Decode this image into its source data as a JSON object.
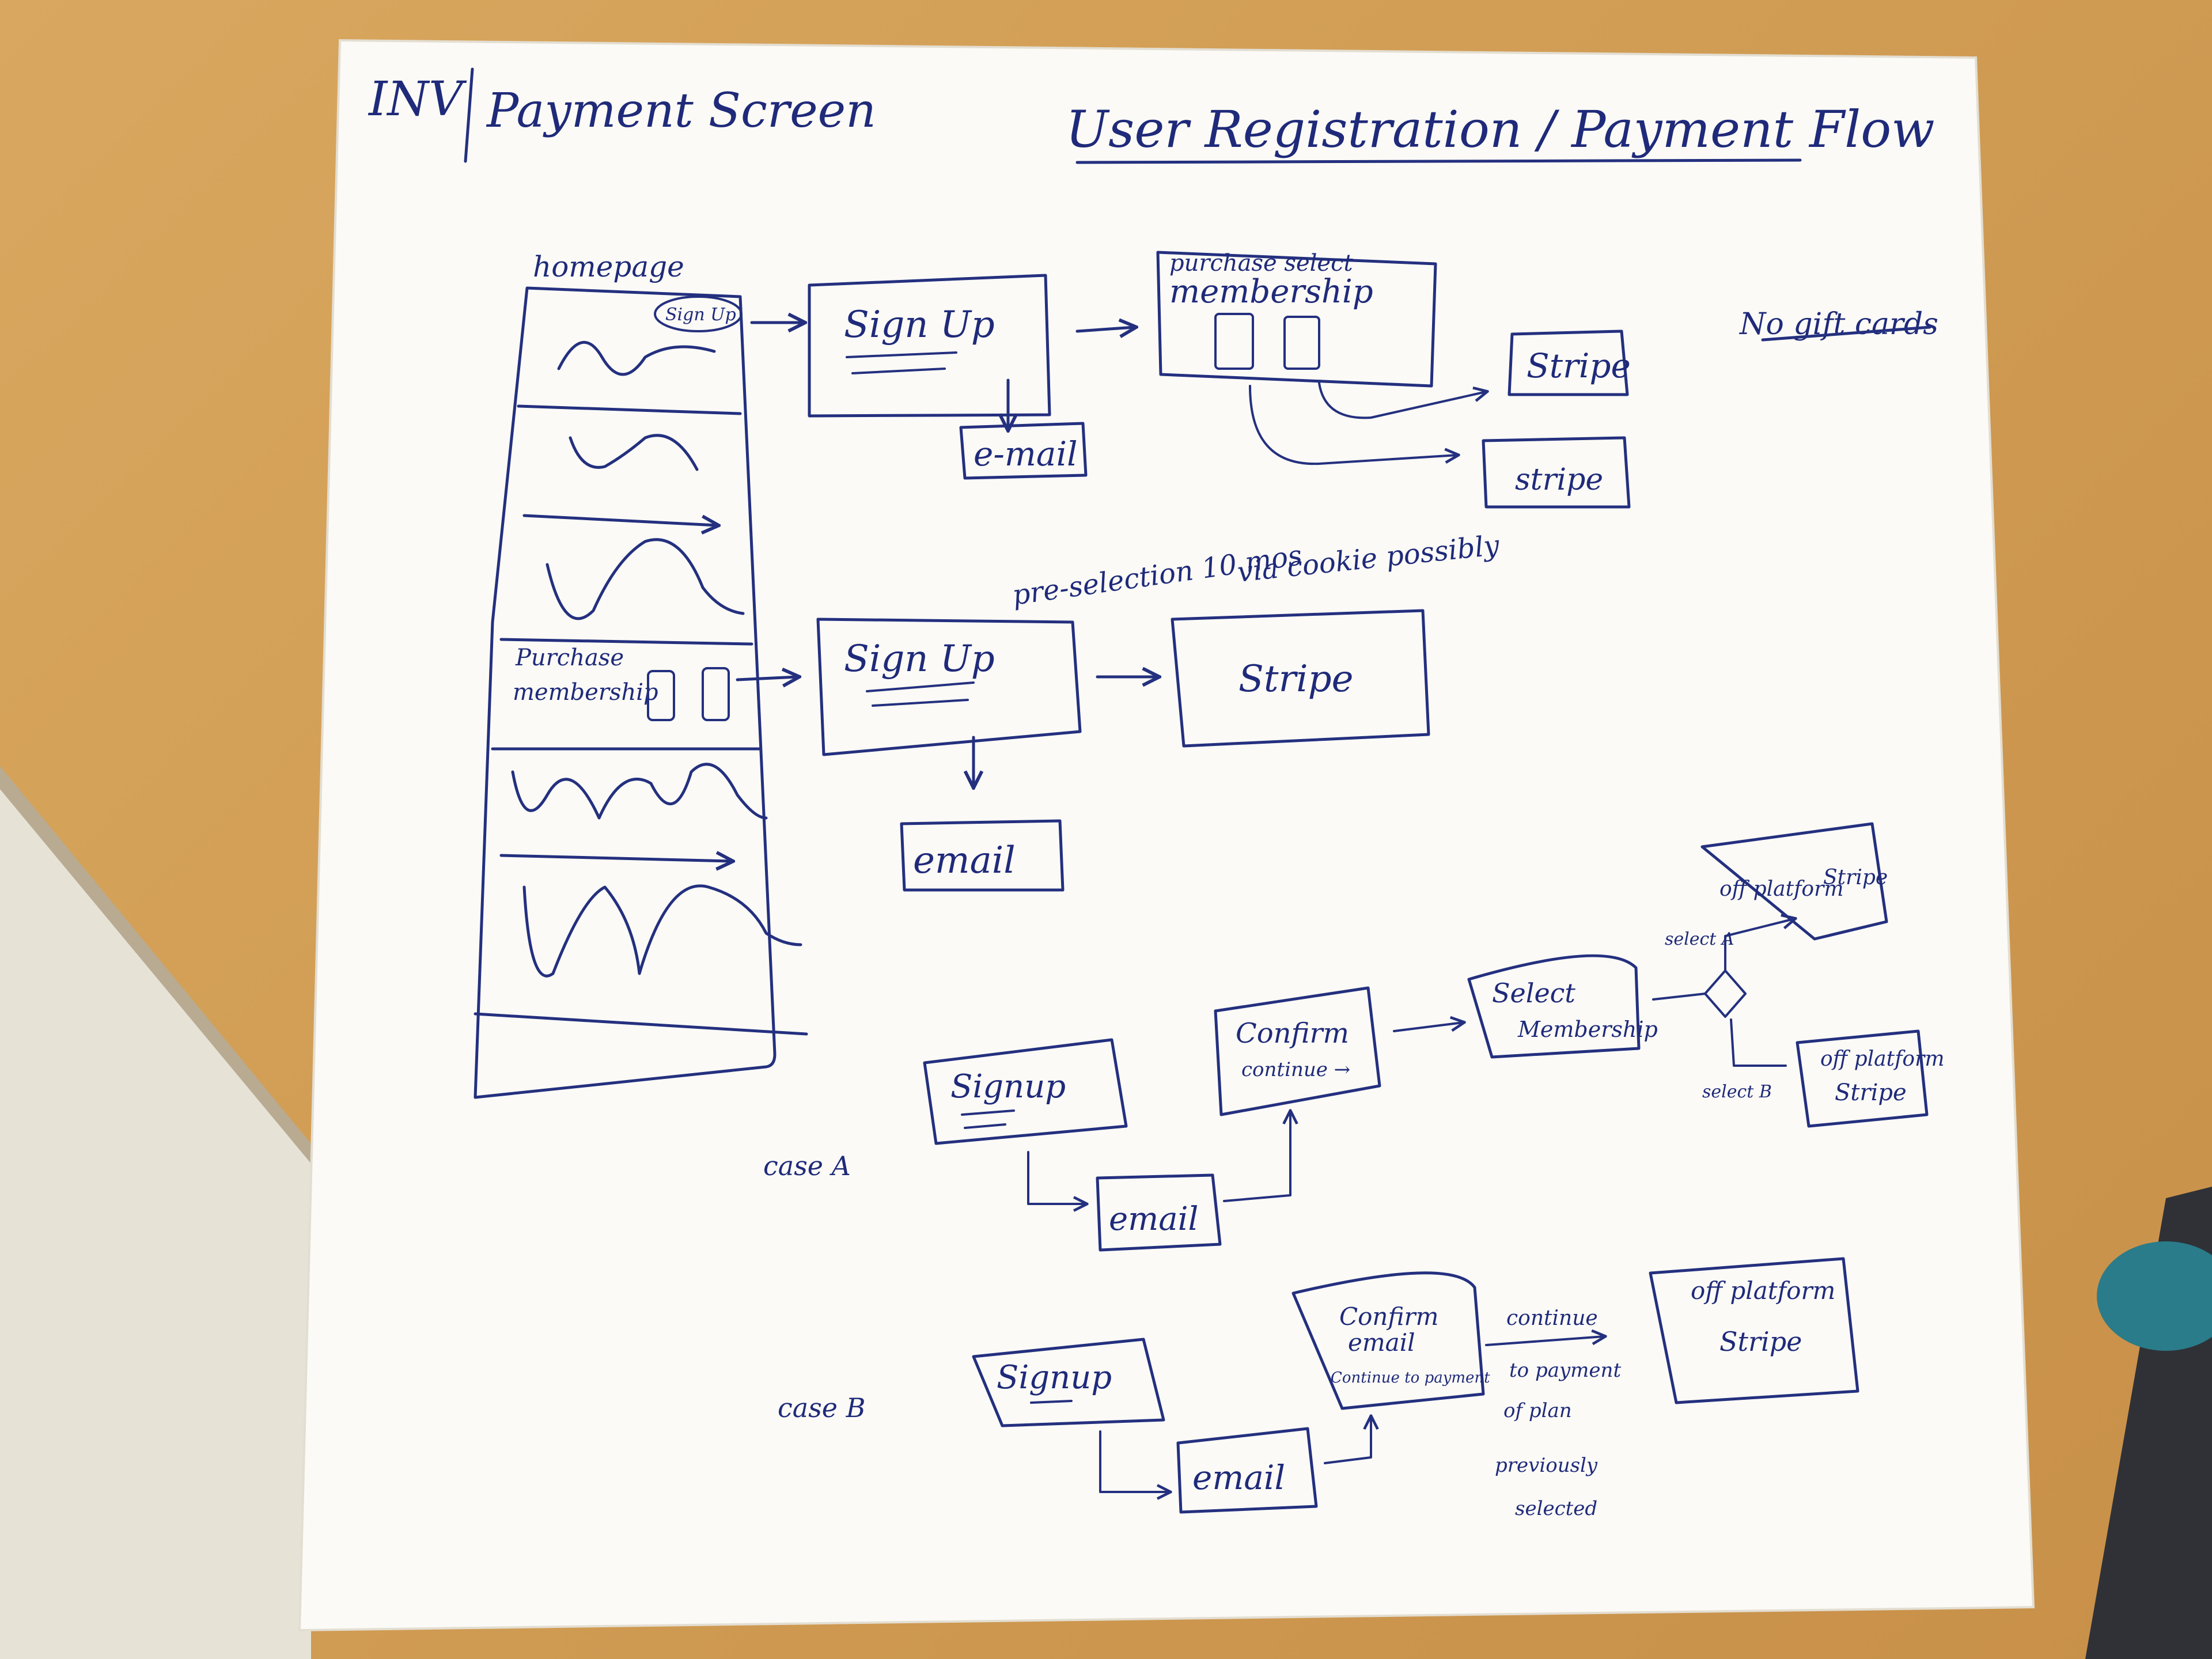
{
  "header": {
    "project": "INV",
    "screen": "Payment Screen",
    "title": "User Registration / Payment Flow"
  },
  "note_no_gift_cards": "No gift cards",
  "homepage": {
    "label": "homepage",
    "signup_pill": "Sign Up",
    "purchase_line1": "Purchase",
    "purchase_line2": "membership"
  },
  "flow_top": {
    "signup": "Sign Up",
    "email": "e-mail",
    "select_membership_line1": "purchase select",
    "select_membership_line2": "membership",
    "stripe_1": "Stripe",
    "stripe_2": "stripe"
  },
  "flow_middle": {
    "note_line1": "pre-selection 10 mos",
    "note_line2": "via cookie possibly",
    "signup": "Sign Up",
    "email": "email",
    "stripe": "Stripe"
  },
  "case_a": {
    "label": "case A",
    "signup": "Signup",
    "email": "email",
    "confirm": "Confirm",
    "continue": "continue →",
    "select_membership_line1": "Select",
    "select_membership_line2": "Membership",
    "select_a": "select A",
    "select_b": "select B",
    "off_platform_1_line1": "off platform",
    "off_platform_1_line2": "Stripe",
    "off_platform_2_line1": "off platform",
    "off_platform_2_line2": "Stripe"
  },
  "case_b": {
    "label": "case B",
    "signup": "Signup",
    "email": "email",
    "confirm_line1": "Confirm",
    "confirm_line2": "email",
    "confirm_line3": "Continue to payment",
    "continue_note": [
      "continue",
      "to payment",
      "of plan",
      "previously",
      "selected"
    ],
    "off_platform_line1": "off platform",
    "off_platform_line2": "Stripe"
  },
  "colors": {
    "ink": "#24307f",
    "paper": "#fbfaf6",
    "table": "#d9a75f"
  }
}
